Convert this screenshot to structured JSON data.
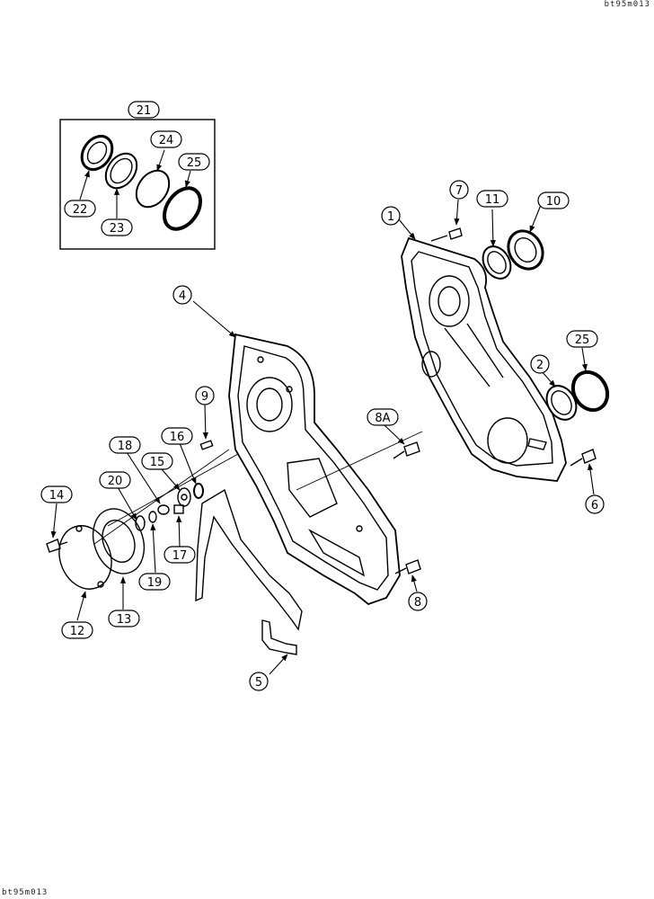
{
  "drawing_code_top": "bt95m013",
  "drawing_code_bottom": "bt95m013",
  "callouts": [
    {
      "id": "c21",
      "label": "21"
    },
    {
      "id": "c22",
      "label": "22"
    },
    {
      "id": "c23",
      "label": "23"
    },
    {
      "id": "c24",
      "label": "24"
    },
    {
      "id": "c25a",
      "label": "25"
    },
    {
      "id": "c1",
      "label": "1"
    },
    {
      "id": "c7",
      "label": "7"
    },
    {
      "id": "c11",
      "label": "11"
    },
    {
      "id": "c10",
      "label": "10"
    },
    {
      "id": "c25b",
      "label": "25"
    },
    {
      "id": "c2",
      "label": "2"
    },
    {
      "id": "c4",
      "label": "4"
    },
    {
      "id": "c9",
      "label": "9"
    },
    {
      "id": "c8A",
      "label": "8A"
    },
    {
      "id": "c6",
      "label": "6"
    },
    {
      "id": "c16",
      "label": "16"
    },
    {
      "id": "c18",
      "label": "18"
    },
    {
      "id": "c15",
      "label": "15"
    },
    {
      "id": "c20",
      "label": "20"
    },
    {
      "id": "c14",
      "label": "14"
    },
    {
      "id": "c17",
      "label": "17"
    },
    {
      "id": "c19",
      "label": "19"
    },
    {
      "id": "c8",
      "label": "8"
    },
    {
      "id": "c12",
      "label": "12"
    },
    {
      "id": "c13",
      "label": "13"
    },
    {
      "id": "c5",
      "label": "5"
    }
  ]
}
